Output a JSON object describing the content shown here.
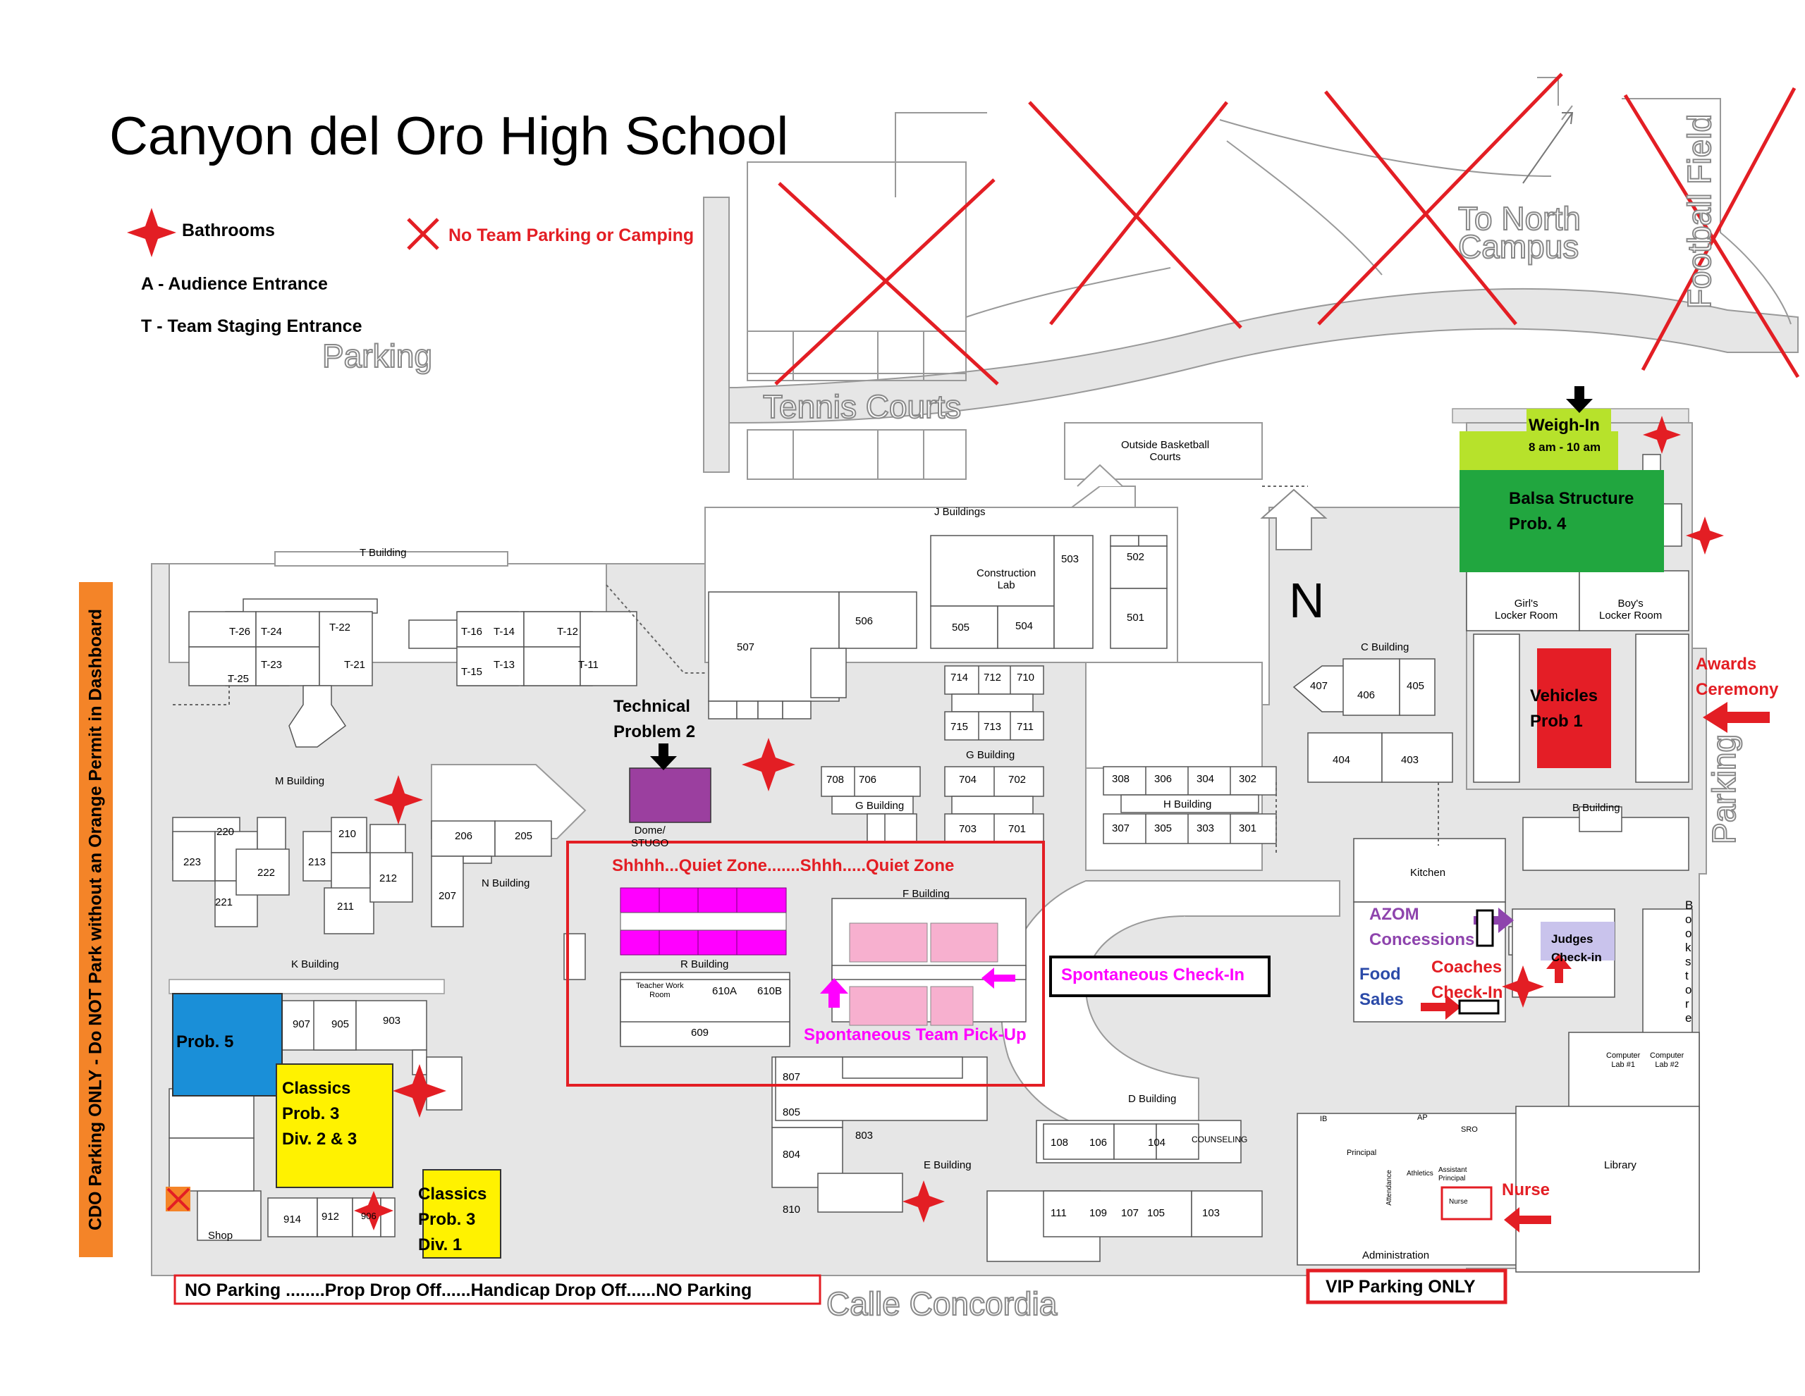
{
  "title": "Canyon del Oro High School",
  "legend": {
    "bathrooms": "Bathrooms",
    "no_parking": "No Team Parking or Camping",
    "audience": "A - Audience Entrance",
    "team": "T - Team Staging Entrance"
  },
  "areas": {
    "parking_top": "Parking",
    "tennis": "Tennis Courts",
    "north_campus_1": "To North",
    "north_campus_2": "Campus",
    "football": "Football Field",
    "parking_right": "Parking",
    "calle": "Calle Concordia",
    "basketball_1": "Outside Basketball",
    "basketball_2": "Courts",
    "north": "N"
  },
  "sidebar_notice": "CDO Parking ONLY - Do NOT Park without an Orange Permit in Dashboard",
  "bottom_notice": "NO Parking ........Prop Drop Off......Handicap Drop Off......NO Parking",
  "vip": "VIP Parking ONLY",
  "events": {
    "weigh_in": "Weigh-In",
    "weigh_time": "8 am - 10 am",
    "balsa_1": "Balsa Structure",
    "balsa_2": "Prob. 4",
    "vehicles_1": "Vehicles",
    "vehicles_2": "Prob 1",
    "awards_1": "Awards",
    "awards_2": "Ceremony",
    "technical_1": "Technical",
    "technical_2": "Problem 2",
    "quiet": "Shhhh...Quiet Zone.......Shhh.....Quiet Zone",
    "spont_checkin": "Spontaneous Check-In",
    "spont_pickup": "Spontaneous Team Pick-Up",
    "prob5": "Prob. 5",
    "classics_a_1": "Classics",
    "classics_a_2": "Prob. 3",
    "classics_a_3": "Div. 2 & 3",
    "classics_b_1": "Classics",
    "classics_b_2": "Prob. 3",
    "classics_b_3": "Div. 1",
    "azom_1": "AZOM",
    "azom_2": "Concessions",
    "food_1": "Food",
    "food_2": "Sales",
    "coaches_1": "Coaches",
    "coaches_2": "Check-In",
    "judges_1": "Judges",
    "judges_2": "Check-in",
    "nurse": "Nurse"
  },
  "buildings": {
    "t": "T Building",
    "m": "M Building",
    "k": "K Building",
    "n": "N Building",
    "j": "J Buildings",
    "g": "G Building",
    "h": "H Building",
    "c": "C Building",
    "b": "B Building",
    "f": "F Building",
    "r": "R Building",
    "d": "D Building",
    "e": "E Building",
    "dome_1": "Dome/",
    "dome_2": "STUGO",
    "construction_1": "Construction",
    "construction_2": "Lab",
    "kitchen": "Kitchen",
    "library": "Library",
    "administration": "Administration",
    "counseling": "COUNSELING",
    "shop": "Shop",
    "girls_1": "Girl's",
    "girls_2": "Locker Room",
    "boys_1": "Boy's",
    "boys_2": "Locker Room",
    "bookstore": "Bookstore",
    "teacher_1": "Teacher Work",
    "teacher_2": "Room",
    "comp1_1": "Computer",
    "comp1_2": "Lab #1",
    "comp2_1": "Computer",
    "comp2_2": "Lab #2",
    "principal": "Principal",
    "attendance": "Attendance",
    "athletics": "Athletics",
    "asst_1": "Assistant",
    "asst_2": "Principal",
    "nurse_room": "Nurse"
  },
  "rooms": [
    "T-26",
    "T-24",
    "T-22",
    "T-23",
    "T-21",
    "T-25",
    "T-16",
    "T-14",
    "T-12",
    "T-15",
    "T-13",
    "T-11",
    "220",
    "223",
    "222",
    "221",
    "210",
    "213",
    "212",
    "211",
    "206",
    "205",
    "207",
    "907",
    "905",
    "903",
    "914",
    "912",
    "906",
    "507",
    "506",
    "505",
    "504",
    "503",
    "502",
    "501",
    "714",
    "712",
    "710",
    "715",
    "713",
    "711",
    "708",
    "706",
    "704",
    "702",
    "703",
    "701",
    "308",
    "306",
    "304",
    "302",
    "307",
    "305",
    "303",
    "301",
    "407",
    "406",
    "405",
    "404",
    "403",
    "610A",
    "610B",
    "609",
    "807",
    "805",
    "804",
    "803",
    "810",
    "108",
    "106",
    "104",
    "111",
    "109",
    "107",
    "105",
    "103",
    "IB",
    "AP",
    "SRO"
  ],
  "colors": {
    "weigh_in": "#b7e22b",
    "balsa": "#21a63f",
    "vehicles": "#e41e26",
    "technical": "#9b3f9f",
    "prob5": "#1a8fd8",
    "classics": "#fff200",
    "magenta": "#ff00ff",
    "pink": "#f7b0cf",
    "judges": "#c9c3ec",
    "sidebar": "#f48428",
    "red": "#e31e24"
  }
}
